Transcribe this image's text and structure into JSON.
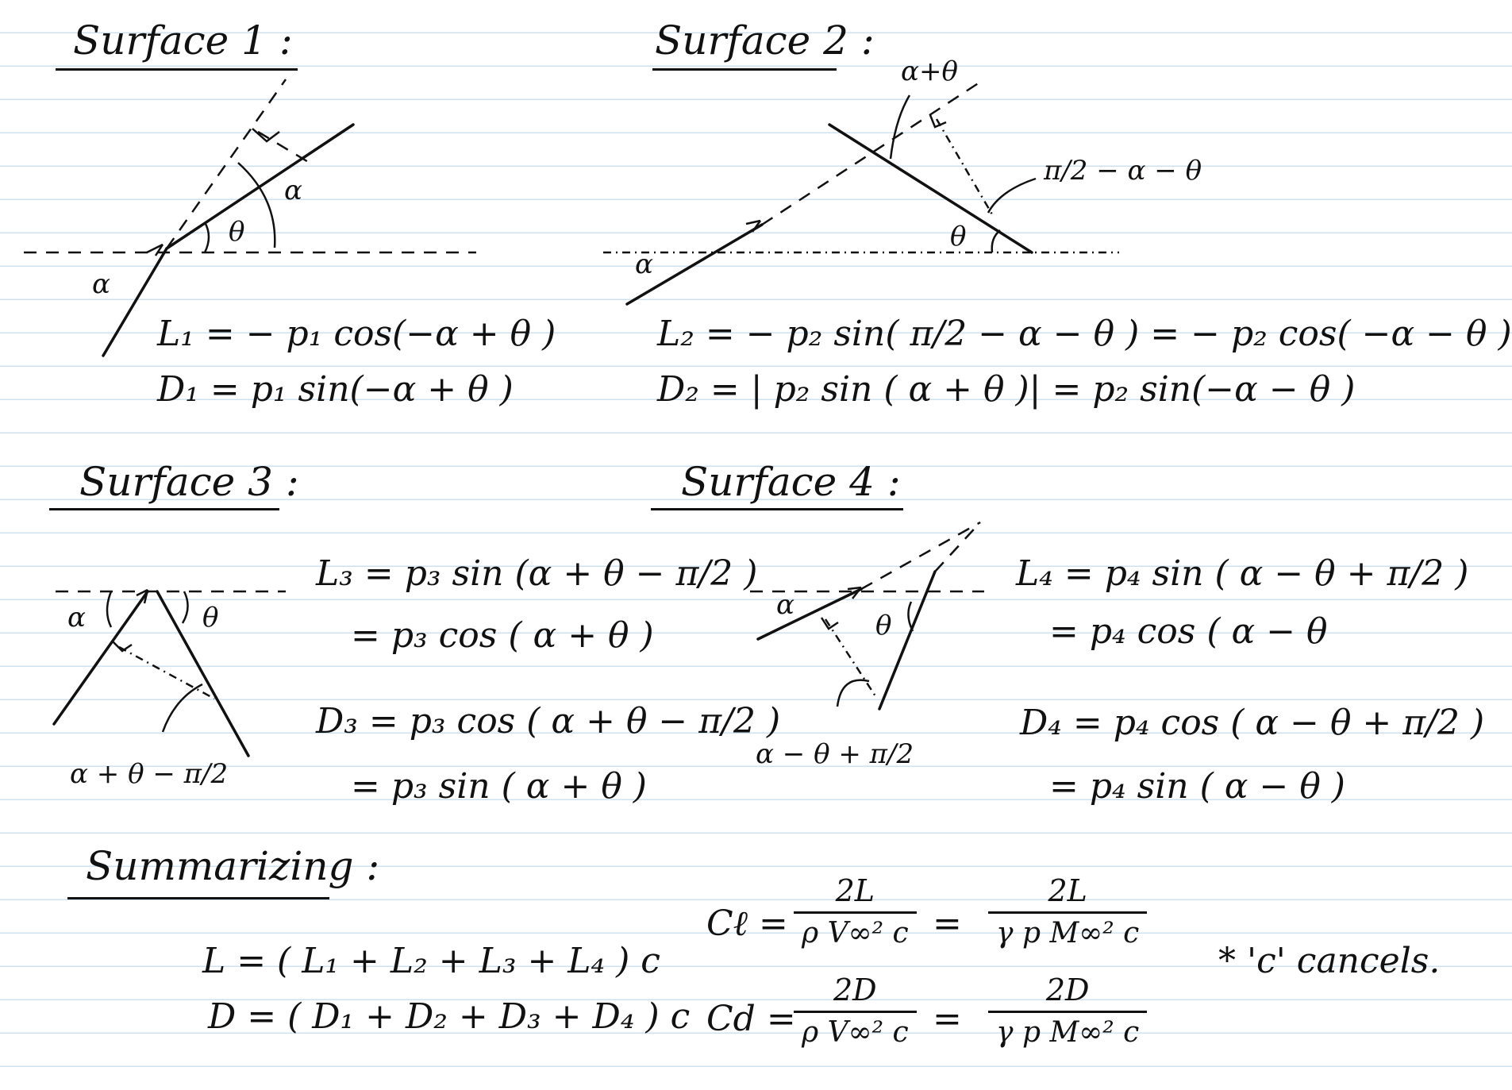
{
  "surface1": {
    "title": "Surface 1 :",
    "labels": {
      "alpha": "α",
      "theta": "θ",
      "alpha_below": "α"
    },
    "L": "L₁ =  − p₁ cos(−α + θ )",
    "D": "D₁ =   p₁ sin(−α + θ )"
  },
  "surface2": {
    "title": "Surface 2 :",
    "labels": {
      "alpha_plus_theta": "α+θ",
      "pi2_minus": "π/2 − α − θ",
      "theta": "θ",
      "alpha": "α"
    },
    "L": "L₂ = − p₂ sin( π/2 − α − θ ) = − p₂ cos( −α − θ )",
    "D": "D₂ = | p₂ sin ( α + θ )| =  p₂ sin(−α − θ )"
  },
  "surface3": {
    "title": "Surface 3 :",
    "labels": {
      "alpha": "α",
      "theta": "θ",
      "bottom": "α + θ − π/2"
    },
    "L_line1": "L₃ =  p₃ sin (α + θ − π/2 )",
    "L_line2": "=  p₃ cos ( α + θ )",
    "D_line1": "D₃ =  p₃ cos ( α + θ − π/2 )",
    "D_line2": "=  p₃ sin ( α + θ )"
  },
  "surface4": {
    "title": "Surface 4 :",
    "labels": {
      "alpha": "α",
      "theta": "θ",
      "bottom": "α − θ + π/2"
    },
    "L_line1": "L₄ =  p₄ sin ( α − θ + π/2 )",
    "L_line2": "=  p₄ cos ( α − θ",
    "D_line1": "D₄ =  p₄ cos ( α − θ + π/2 )",
    "D_line2": "=  p₄ sin ( α − θ )"
  },
  "summary": {
    "title": "Summarizing :",
    "L": "L = ( L₁ + L₂ + L₃ + L₄ ) c",
    "D": "D = ( D₁ + D₂ + D₃ + D₄ ) c",
    "cl_label": "Cℓ =",
    "cl_num1": "2L",
    "cl_den1": "ρ V∞² c",
    "cl_num2": "2L",
    "cl_den2": "γ p M∞² c",
    "cd_label": "Cd =",
    "cd_num1": "2D",
    "cd_den1": "ρ V∞² c",
    "cd_num2": "2D",
    "cd_den2": "γ p M∞² c",
    "equals": "=",
    "note": "* 'c' cancels."
  }
}
